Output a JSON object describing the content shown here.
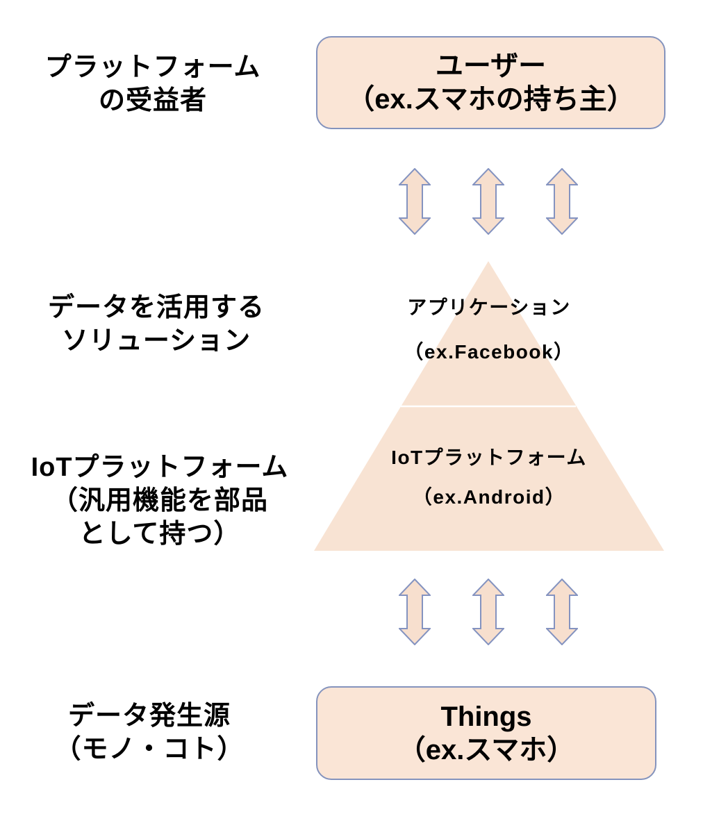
{
  "diagram": {
    "left_labels": [
      "プラットフォーム\nの受益者",
      "データを活用する\nソリューション",
      "IoTプラットフォーム\n（汎用機能を部品\nとして持つ）",
      "データ発生源\n（モノ・コト）"
    ],
    "top_box": {
      "title": "ユーザー",
      "subtitle": "（ex.スマホの持ち主）"
    },
    "pyramid": {
      "upper_title": "アプリケーション",
      "upper_subtitle": "（ex.Facebook）",
      "lower_title": "IoTプラットフォーム",
      "lower_subtitle": "（ex.Android）"
    },
    "bottom_box": {
      "title": "Things",
      "subtitle": "（ex.スマホ）"
    },
    "colors": {
      "background": "#FFFFFF",
      "text": "#000000",
      "box_fill": "#FAE5D6",
      "box_border": "#8493BD",
      "pyramid_fill": "#F8E3D3",
      "arrow_fill": "#F7DFCE",
      "arrow_border": "#8493C0"
    }
  }
}
